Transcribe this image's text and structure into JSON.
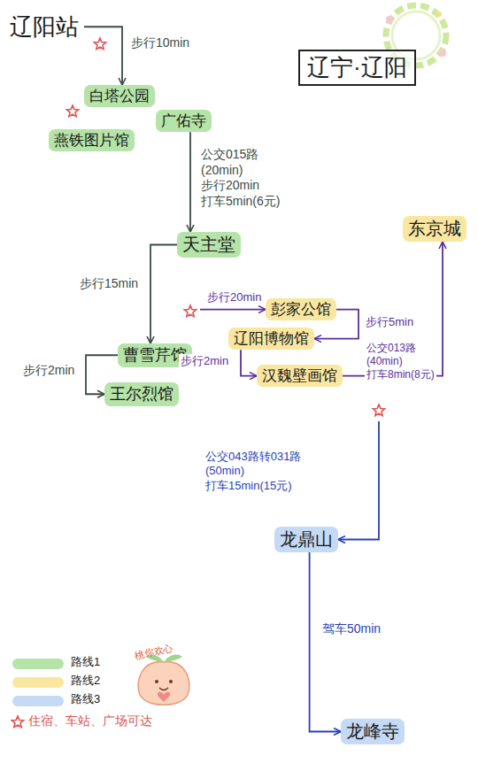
{
  "diagram": {
    "title": "辽宁·辽阳",
    "nodes": [
      {
        "text": [
          "辽阳站"
        ]
      },
      {
        "text": [
          "白塔公园"
        ]
      },
      {
        "text": [
          "广佑寺"
        ]
      },
      {
        "text": [
          "燕铁图片馆"
        ]
      },
      {
        "text": [
          "天主堂"
        ]
      },
      {
        "text": [
          "曹雪芹馆"
        ]
      },
      {
        "text": [
          "王尔烈馆"
        ]
      },
      {
        "text": [
          "东京城"
        ]
      },
      {
        "text": [
          "彭家公馆"
        ]
      },
      {
        "text": [
          "辽阳博物馆"
        ]
      },
      {
        "text": [
          "汉魏壁画馆"
        ]
      },
      {
        "text": [
          "龙鼎山"
        ]
      },
      {
        "text": [
          "龙峰寺"
        ]
      }
    ],
    "edges": [
      {
        "from": 0,
        "to": 1,
        "label": "步行10min",
        "arrow": "to"
      },
      {
        "from": 2,
        "to": 4,
        "label": "公交015路(20min) 步行20min 打车5min(6元)",
        "arrow": "to"
      },
      {
        "from": 4,
        "to": 5,
        "label": "步行15min",
        "arrow": "to"
      },
      {
        "from": 5,
        "to": 6,
        "label": "步行2min",
        "arrow": "to"
      },
      {
        "from": 8,
        "to": 9,
        "label": "步行5min",
        "arrow": "to"
      },
      {
        "from": 9,
        "to": 10,
        "label": "步行2min",
        "arrow": "to"
      },
      {
        "from": 10,
        "to": 7,
        "label": "公交013路(40min) 打车8min(8元)",
        "arrow": "to"
      },
      {
        "from": 11,
        "to": 12,
        "label": "驾车50min",
        "arrow": "to"
      }
    ],
    "labels": [
      "步行20min",
      "公交043路转031路(50min) 打车15min(15元)",
      "桃你欢心"
    ],
    "legend": [
      {
        "text": "路线1",
        "color": "#b5e3a8"
      },
      {
        "text": "路线2",
        "color": "#f9e7a0"
      },
      {
        "text": "路线3",
        "color": "#c4daf5"
      },
      {
        "text": "住宿、车站、广场可达"
      }
    ]
  }
}
